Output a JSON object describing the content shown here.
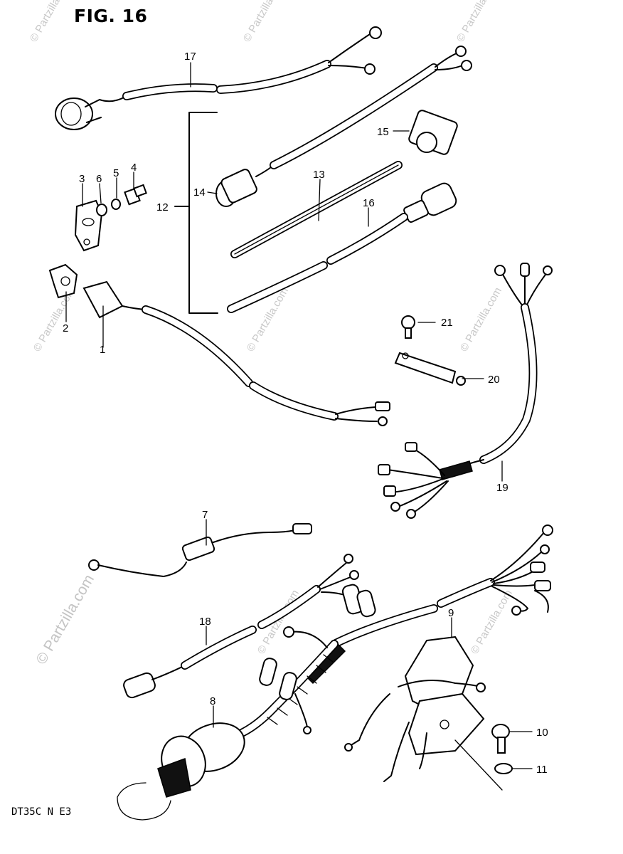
{
  "title": "FIG. 16",
  "footer": "DT35C N E3",
  "watermark": "© Partzilla.com",
  "callouts": {
    "p1": "1",
    "p2": "2",
    "p3": "3",
    "p4": "4",
    "p5": "5",
    "p6": "6",
    "p7": "7",
    "p8": "8",
    "p9": "9",
    "p10": "10",
    "p11": "11",
    "p12": "12",
    "p13": "13",
    "p14": "14",
    "p15": "15",
    "p16": "16",
    "p17": "17",
    "p18": "18",
    "p19": "19",
    "p20": "20",
    "p21": "21"
  }
}
